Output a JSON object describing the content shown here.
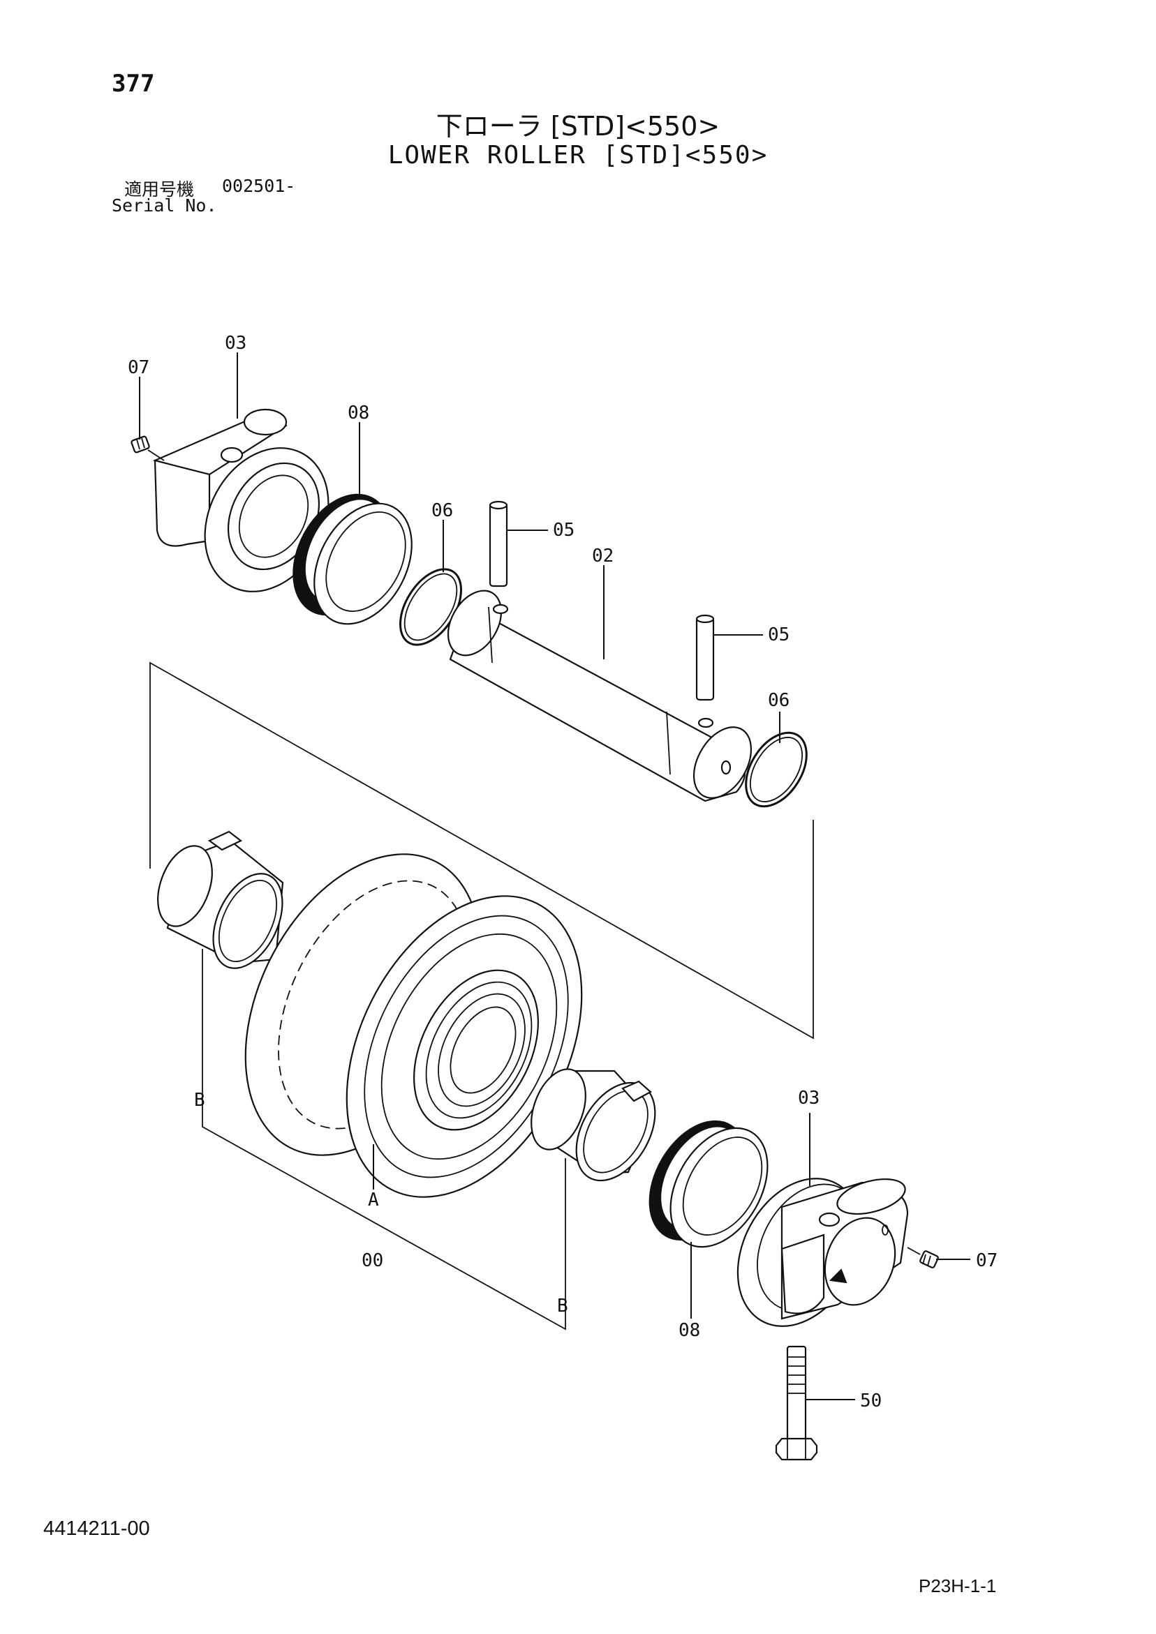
{
  "header": {
    "page_number": "377",
    "title_jp": "下ローラ [STD]<550>",
    "title_en": "LOWER ROLLER [STD]<550>",
    "serial_label_jp": "適用号機",
    "serial_number": "002501-",
    "serial_label_en": "Serial No."
  },
  "callouts": {
    "c07_left": "07",
    "c03_left": "03",
    "c08_left": "08",
    "c06_left": "06",
    "c05_top": "05",
    "c02": "02",
    "c05_right": "05",
    "c06_right": "06",
    "cB_left": "B",
    "cA": "A",
    "c00": "00",
    "cB_right": "B",
    "c08_right": "08",
    "c03_right": "03",
    "c07_right": "07",
    "c50": "50"
  },
  "footer": {
    "doc_number": "4414211-00",
    "page_code": "P23H-1-1"
  }
}
